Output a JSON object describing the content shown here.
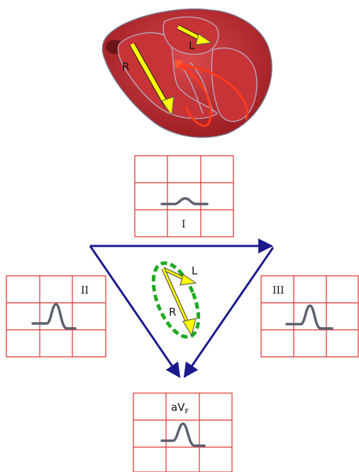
{
  "heart": {
    "right_chamber_label": "R",
    "left_chamber_label": "L"
  },
  "leads": {
    "lead_I": "I",
    "lead_II": "II",
    "lead_III": "III",
    "lead_aVF_main": "aV",
    "lead_aVF_sub": "F"
  },
  "vector_loop": {
    "left_label": "L",
    "right_label": "R"
  },
  "colors": {
    "grid_line": "#e0302a",
    "triangle": "#1a1a8c",
    "arrow_fill": "#ffff00",
    "loop": "#22aa22",
    "trace": "#5a6070",
    "heart_muscle": "#b8282c"
  }
}
